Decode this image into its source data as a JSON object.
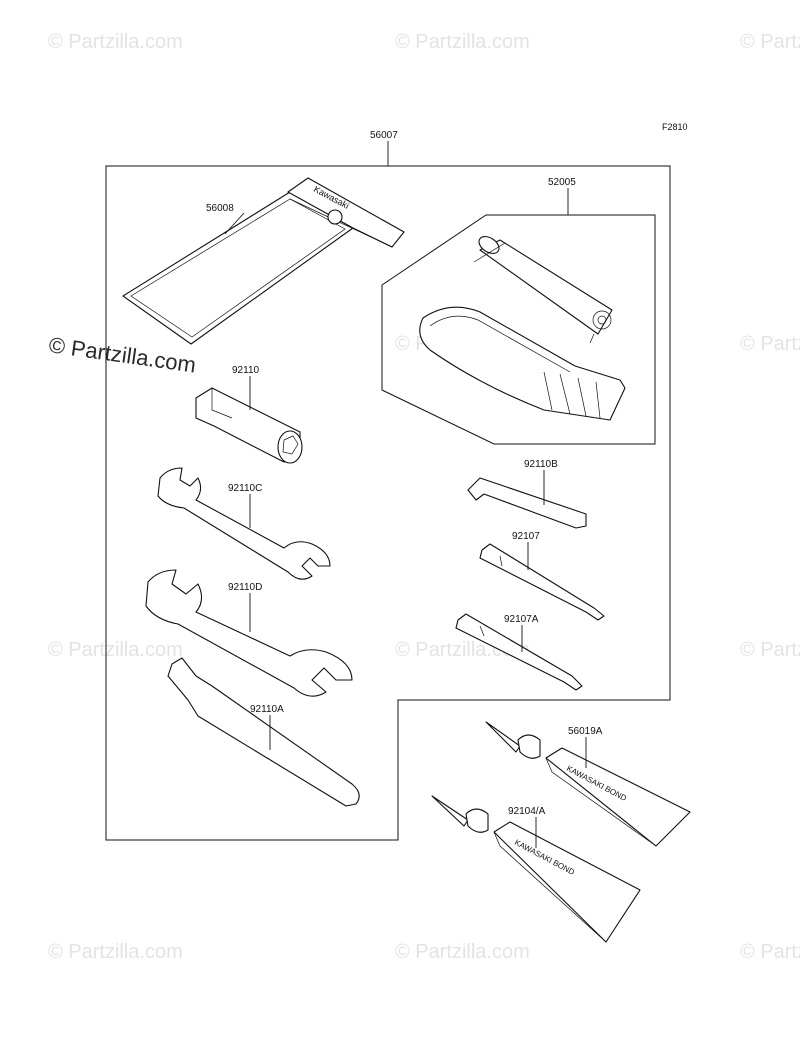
{
  "diagram": {
    "figure_code": "F2810",
    "watermark_text": "© Partzilla.com",
    "brand_marks": {
      "pouch": "Kawasaki",
      "tube_upper": "KAWASAKI BOND",
      "tube_lower": "KAWASAKI BOND"
    },
    "parts": [
      {
        "id": "kit",
        "label": "56007"
      },
      {
        "id": "pouch",
        "label": "56008"
      },
      {
        "id": "pump_set",
        "label": "52005"
      },
      {
        "id": "plug_wrench",
        "label": "92110"
      },
      {
        "id": "hex_key",
        "label": "92110B"
      },
      {
        "id": "wrench_c",
        "label": "92110C"
      },
      {
        "id": "screwdriver",
        "label": "92107"
      },
      {
        "id": "wrench_d",
        "label": "92110D"
      },
      {
        "id": "screwdriver_a",
        "label": "92107A"
      },
      {
        "id": "hook_wrench",
        "label": "92110A"
      },
      {
        "id": "bond_a",
        "label": "56019A"
      },
      {
        "id": "bond_b",
        "label": "92104/A"
      }
    ]
  }
}
